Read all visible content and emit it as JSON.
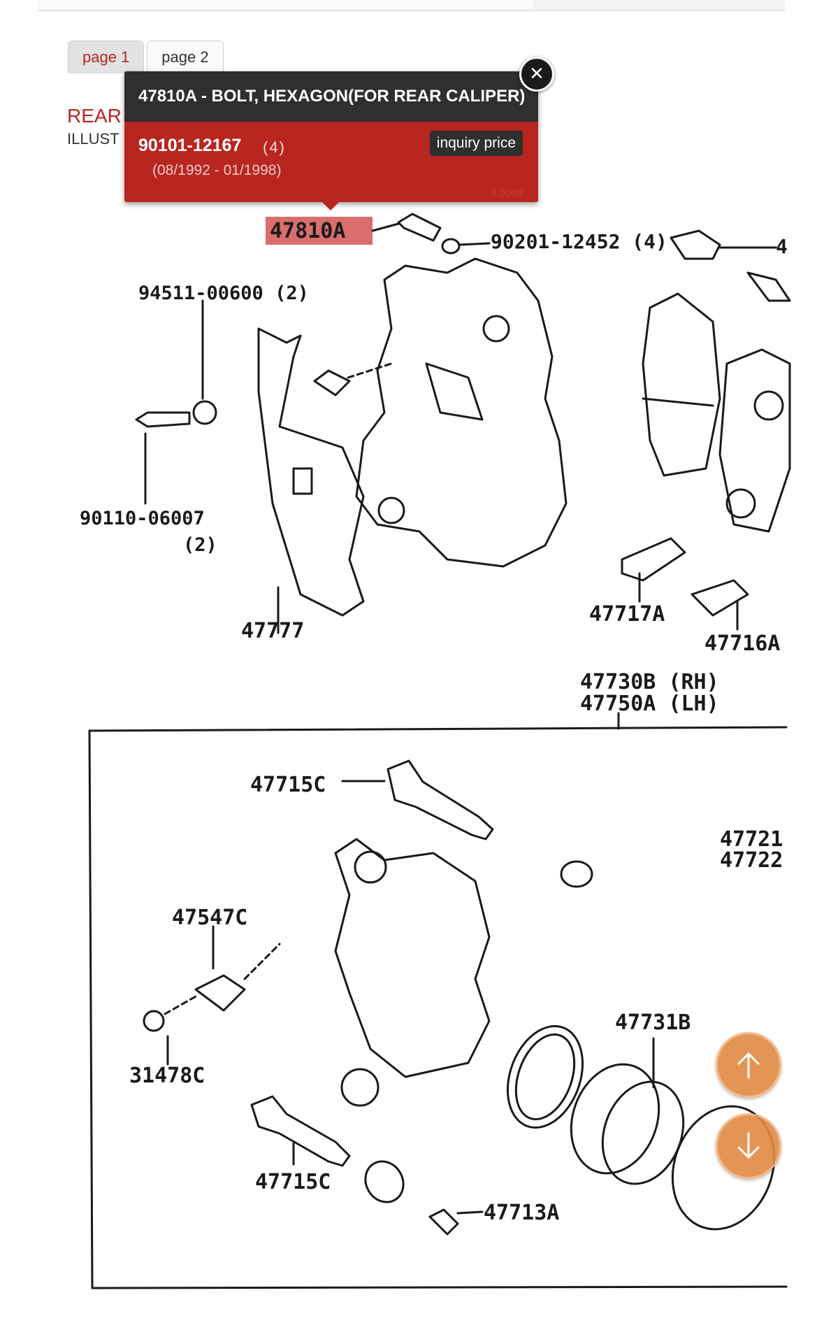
{
  "tabs": [
    {
      "label": "page 1",
      "active": true
    },
    {
      "label": "page 2",
      "active": false
    }
  ],
  "heading": {
    "title_partial": "REAR",
    "sub_partial": "ILLUST"
  },
  "popup": {
    "title": "47810A - BOLT, HEXAGON(FOR REAR CALIPER)",
    "part_number": "90101-12167",
    "quantity": "(4)",
    "date_range": "(08/1992 - 01/1998)",
    "inquiry_label": "inquiry price",
    "faint_value": "0.0008"
  },
  "close_icon": "close-icon",
  "diagram": {
    "highlighted": "47810A",
    "callouts": {
      "washer": "90201-12452 (4)",
      "top_right": "4",
      "screw_upper": "94511-00600 (2)",
      "bolt_left": "90110-06007",
      "bolt_left_qty": "(2)",
      "shield": "47777",
      "clip_a": "47717A",
      "clip_b": "47716A",
      "caliper_rh": "47730B (RH)",
      "caliper_lh": "47750A (LH)",
      "pin_upper": "47715C",
      "boot_r1": "47721",
      "boot_r2": "47722",
      "bleeder": "47547C",
      "cap": "31478C",
      "piston": "47731B",
      "pin_lower": "47715C",
      "plug": "47713A"
    }
  },
  "fab": {
    "up_icon": "arrow-up-icon",
    "down_icon": "arrow-down-icon",
    "color": "#e08a43"
  }
}
